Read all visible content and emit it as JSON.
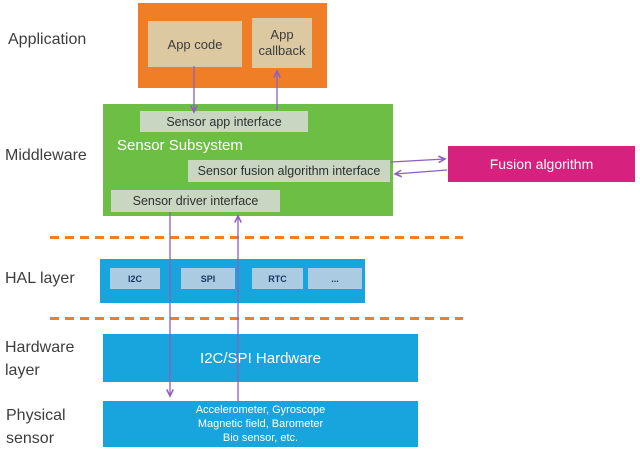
{
  "layer_labels": {
    "application": "Application",
    "middleware": "Middleware",
    "hal": "HAL layer",
    "hardware": "Hardware\nlayer",
    "physical": "Physical\nsensor"
  },
  "application": {
    "app_code": "App code",
    "app_callback": "App callback"
  },
  "middleware": {
    "title": "Sensor Subsystem",
    "sensor_app_interface": "Sensor app interface",
    "sensor_fusion_interface": "Sensor fusion algorithm interface",
    "sensor_driver_interface": "Sensor driver interface"
  },
  "fusion_algorithm": {
    "label": "Fusion algorithm"
  },
  "hal": {
    "items": [
      "I2C",
      "SPI",
      "RTC",
      "..."
    ]
  },
  "hardware": {
    "label": "I2C/SPI Hardware"
  },
  "physical_sensor": {
    "line1": "Accelerometer, Gyroscope",
    "line2": "Magnetic field, Barometer",
    "line3": "Bio sensor, etc."
  },
  "colors": {
    "application_orange": "#f07e26",
    "app_inner_tan": "#dcc9a2",
    "middleware_green": "#6cbe45",
    "interface_sage": "#c8d6c2",
    "fusion_magenta": "#d6217f",
    "layer_blue": "#18a4dc",
    "hal_item_lightblue": "#aacbe2",
    "arrow_purple": "#8e5fbe",
    "dash_orange": "#f07e26",
    "label_gray": "#3d3d3d"
  }
}
